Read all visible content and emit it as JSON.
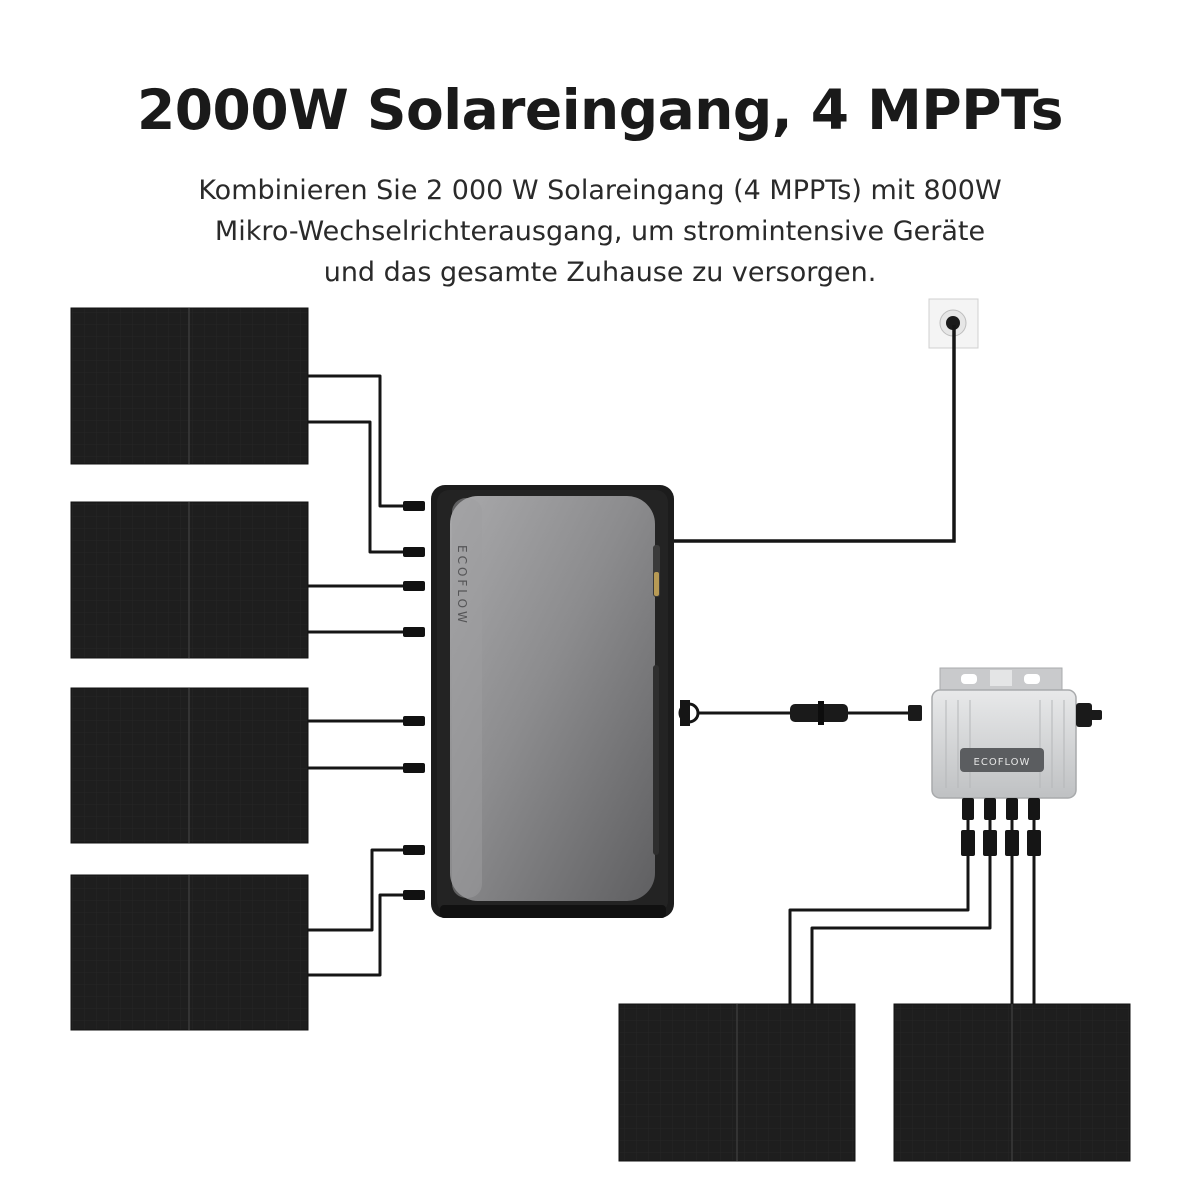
{
  "headline": "2000W Solareingang, 4 MPPTs",
  "description": {
    "line1": "Kombinieren Sie 2 000 W Solareingang (4 MPPTs) mit 800W",
    "line2": "Mikro-Wechselrichterausgang, um stromintensive Geräte",
    "line3": "und das gesamte Zuhause zu versorgen."
  },
  "brand": {
    "battery_logo": "ECOFLOW",
    "inverter_logo": "ECOFLOW"
  },
  "colors": {
    "panel": "#1f1f1f",
    "cable": "#151515",
    "battery_shell": "#1c1c1c",
    "battery_face": "#8f8f91",
    "inverter_body": "#d6d7d9"
  }
}
